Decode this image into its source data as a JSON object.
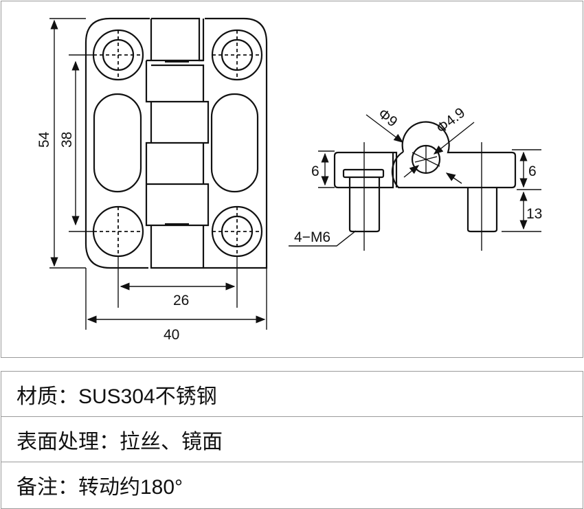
{
  "drawing": {
    "dimensions": {
      "height_total": "54",
      "hole_pitch_vertical": "38",
      "hole_pitch_horizontal": "26",
      "width_total": "40",
      "thickness_left": "6",
      "thickness_right": "6",
      "stud_length": "13",
      "outer_diameter": "Φ9",
      "pin_diameter": "Φ4.9",
      "thread": "4−M6"
    }
  },
  "specs": [
    {
      "label": "材质：",
      "value": "SUS304不锈钢"
    },
    {
      "label": "表面处理：",
      "value": "拉丝、镜面"
    },
    {
      "label": "备注：",
      "value": "转动约180°"
    }
  ]
}
